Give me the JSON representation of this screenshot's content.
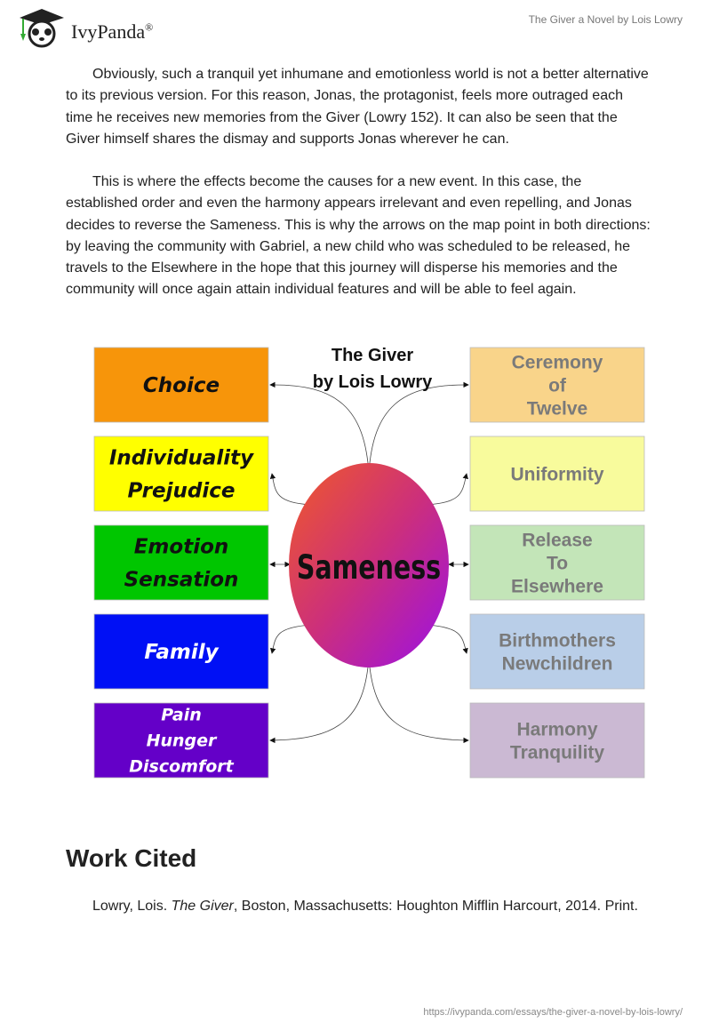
{
  "header": {
    "brand": "IvyPanda",
    "registered": "®",
    "document_title": "The Giver a Novel by Lois Lowry"
  },
  "body": {
    "paragraphs": [
      "Obviously, such a tranquil yet inhumane and emotionless world is not a better alternative to its previous version. For this reason, Jonas, the protagonist, feels more outraged each time he receives new memories from the Giver (Lowry 152). It can also be seen that the Giver himself shares the dismay and supports Jonas wherever he can.",
      "This is where the effects become the causes for a new event. In this case, the established order and even the harmony appears irrelevant and even repelling, and Jonas decides to reverse the Sameness. This is why the arrows on the map point in both directions: by leaving the community with Gabriel, a new child who was scheduled to be released, he travels to the Elsewhere in the hope that this journey will disperse his memories and the community will once again attain individual features and will be able to feel again."
    ]
  },
  "diagram": {
    "title_line1": "The Giver",
    "title_line2": "by Lois Lowry",
    "center": "Sameness",
    "left": [
      {
        "lines": [
          "Choice"
        ],
        "color": "#f7950a",
        "text_color": "#111111"
      },
      {
        "lines": [
          "Individuality",
          "Prejudice"
        ],
        "color": "#ffff00",
        "text_color": "#111111"
      },
      {
        "lines": [
          "Emotion",
          "Sensation"
        ],
        "color": "#00c600",
        "text_color": "#111111"
      },
      {
        "lines": [
          "Family"
        ],
        "color": "#0010f5",
        "text_color": "#ffffff"
      },
      {
        "lines": [
          "Pain",
          "Hunger",
          "Discomfort"
        ],
        "color": "#6400c8",
        "text_color": "#ffffff"
      }
    ],
    "right": [
      {
        "lines": [
          "Ceremony",
          "of",
          "Twelve"
        ],
        "color": "#f9d48a",
        "text_color": "#7a7a7a"
      },
      {
        "lines": [
          "Uniformity"
        ],
        "color": "#f8fb9c",
        "text_color": "#7a7a7a"
      },
      {
        "lines": [
          "Release",
          "To",
          "Elsewhere"
        ],
        "color": "#c3e5b8",
        "text_color": "#7a7a7a"
      },
      {
        "lines": [
          "Birthmothers",
          "Newchildren"
        ],
        "color": "#b9cee8",
        "text_color": "#7a7a7a"
      },
      {
        "lines": [
          "Harmony",
          "Tranquility"
        ],
        "color": "#cbb9d3",
        "text_color": "#7a7a7a"
      }
    ]
  },
  "works_cited": {
    "heading": "Work Cited",
    "entry_prefix": "Lowry, Lois. ",
    "entry_title": "The Giver",
    "entry_suffix": ", Boston, Massachusetts: Houghton Mifflin Harcourt, 2014. Print."
  },
  "footer": {
    "url": "https://ivypanda.com/essays/the-giver-a-novel-by-lois-lowry/"
  }
}
